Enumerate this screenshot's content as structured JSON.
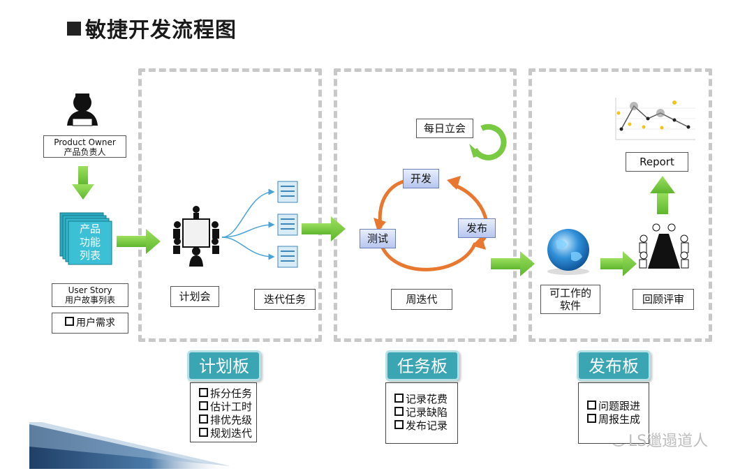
{
  "title": "敏捷开发流程图",
  "roles": {
    "product_owner_en": "Product Owner",
    "product_owner_cn": "产品负责人",
    "backlog": "产品\n功能\n列表",
    "user_story_en": "User Story",
    "user_story_cn": "用户故事列表",
    "user_needs": "用户需求"
  },
  "planning": {
    "meeting": "计划会",
    "iteration_tasks": "迭代任务"
  },
  "cycle": {
    "daily_standup": "每日立会",
    "develop": "开发",
    "test": "测试",
    "release": "发布",
    "weekly_iteration": "周迭代"
  },
  "release": {
    "working_software": "可工作的\n软件",
    "retrospective": "回顾评审",
    "report": "Report"
  },
  "boards": [
    {
      "name": "计划板",
      "items": [
        "拆分任务",
        "估计工时",
        "排优先级",
        "规划迭代"
      ]
    },
    {
      "name": "任务板",
      "items": [
        "记录花费",
        "记录缺陷",
        "发布记录"
      ]
    },
    {
      "name": "发布板",
      "items": [
        "问题跟进",
        "周报生成"
      ]
    }
  ],
  "watermark": "LS邋遢道人",
  "colors": {
    "arrow_green": "#7ac943",
    "board_teal": "#3aa6b4",
    "cycle_orange": "#e8782f"
  }
}
